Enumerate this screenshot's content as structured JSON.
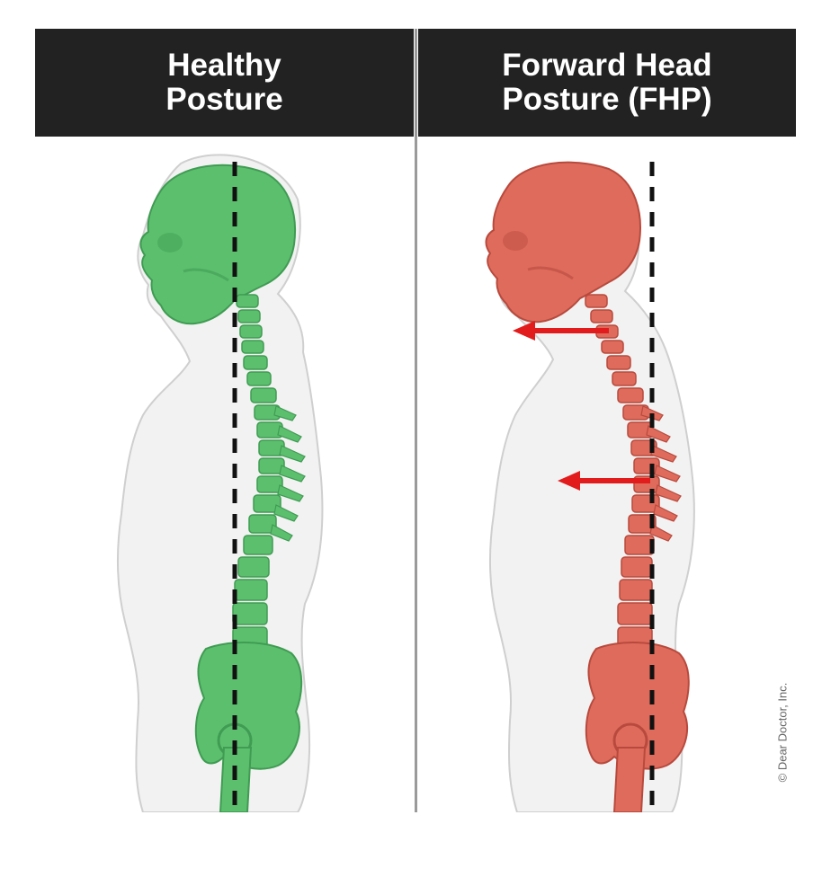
{
  "left_panel": {
    "title_line1": "Healthy",
    "title_line2": "Posture"
  },
  "right_panel": {
    "title_line1": "Forward Head",
    "title_line2": "Posture (FHP)"
  },
  "copyright": "© Dear Doctor, Inc.",
  "colors": {
    "header_bg": "#222222",
    "header_text": "#ffffff",
    "healthy_skeleton": "#5cbf6e",
    "fhp_skeleton": "#df6b5c",
    "arrow": "#e21c1c",
    "plumb_line": "#111111",
    "divider": "#9a9a9a"
  }
}
